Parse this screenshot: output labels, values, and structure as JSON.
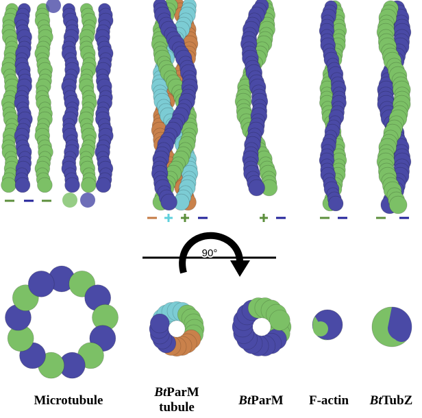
{
  "colors": {
    "blue": "#4a4aa6",
    "green": "#7cc066",
    "orange": "#c9814b",
    "cyan": "#7cccd4",
    "white": "#ffffff",
    "black": "#000000",
    "dash_green": "#5c8f3c",
    "dash_blue": "#23239a",
    "dash_orange": "#c47a43",
    "dash_cyan": "#5fd0dc"
  },
  "rotation": {
    "angle_text": "90°"
  },
  "polarity": {
    "microtubule": [
      "–",
      "–",
      "–"
    ],
    "bt_parm_tubule": [
      "–",
      "+",
      "+",
      "–"
    ],
    "bt_parm": [
      "+",
      "–"
    ],
    "f_actin": [
      "–",
      "–"
    ],
    "bt_tubz": [
      "–",
      "–"
    ]
  },
  "labels": {
    "microtubule": "Microtubule",
    "bt_parm_tubule_prefix": "Bt",
    "bt_parm_tubule_suffix": "ParM",
    "bt_parm_tubule_line2": "tubule",
    "bt_parm_prefix": "Bt",
    "bt_parm_suffix": "ParM",
    "f_actin": "F-actin",
    "bt_tubz_prefix": "Bt",
    "bt_tubz_suffix": "TubZ"
  }
}
